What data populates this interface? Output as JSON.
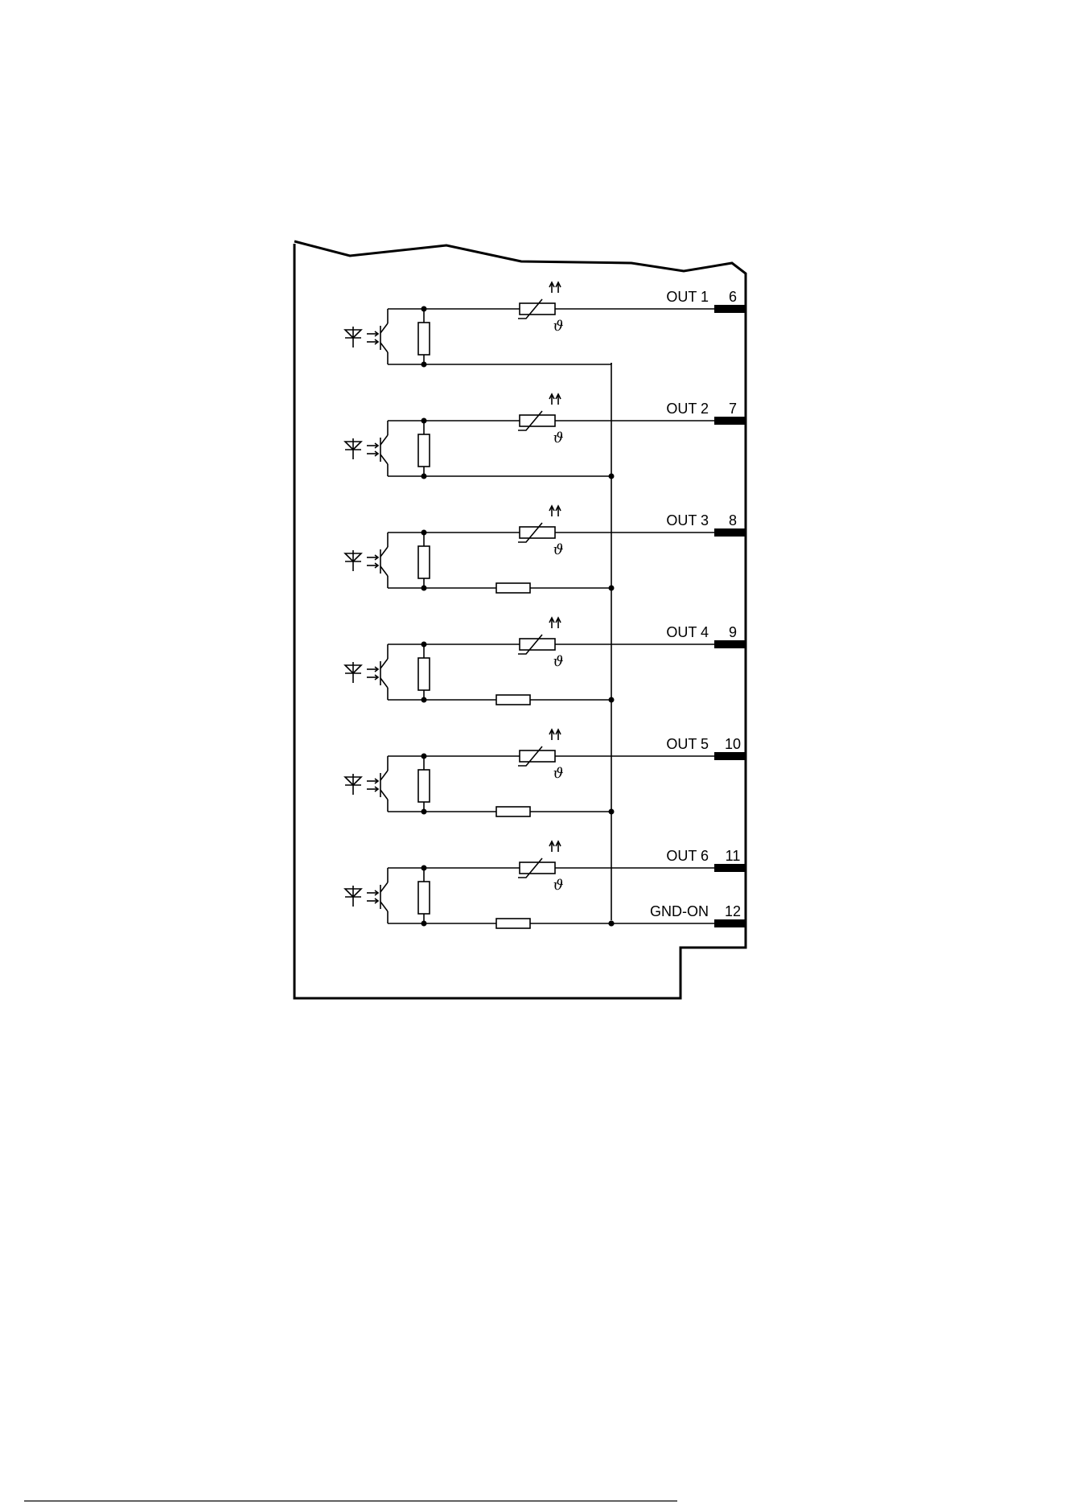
{
  "channels": [
    {
      "label": "OUT 1",
      "pin": "6"
    },
    {
      "label": "OUT 2",
      "pin": "7"
    },
    {
      "label": "OUT 3",
      "pin": "8"
    },
    {
      "label": "OUT 4",
      "pin": "9"
    },
    {
      "label": "OUT 5",
      "pin": "10"
    },
    {
      "label": "OUT 6",
      "pin": "11"
    }
  ],
  "ground": {
    "label": "GND-ON",
    "pin": "12"
  },
  "ptc_symbol": "ϑ",
  "icons": {
    "optocoupler": "optocoupler-icon",
    "resistor": "resistor-icon",
    "ptc": "ptc-thermistor-icon",
    "terminal": "terminal-block-icon"
  }
}
